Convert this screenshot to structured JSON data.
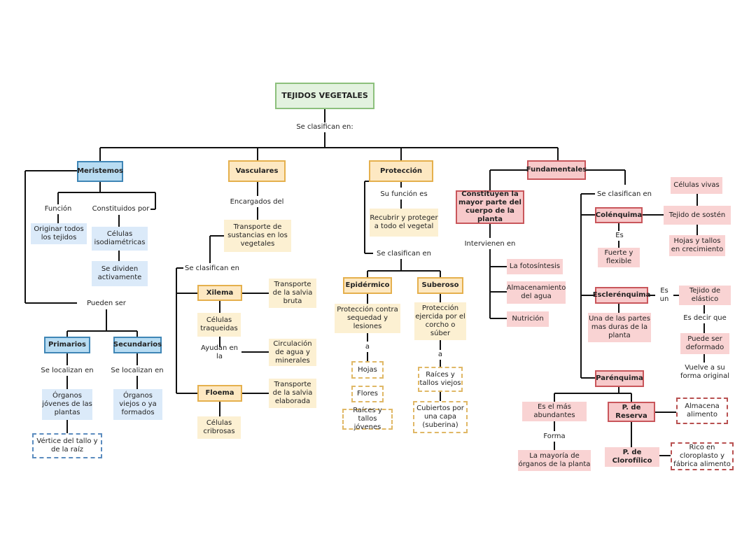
{
  "title": "TEJIDOS VEGETALES",
  "top_link": "Se clasifican en:",
  "meristemos": {
    "title": "Meristemos",
    "funcion_label": "Función",
    "funcion_value": "Originar todos los tejidos",
    "constituidos_label": "Constituidos por",
    "constituidos_value": "Células isodiamétricas",
    "dividen": "Se dividen activamente",
    "pueden_ser": "Pueden ser",
    "primarios": {
      "title": "Primarios",
      "localizan": "Se localizan en",
      "organos": "Órganos jóvenes de las plantas",
      "vertice": "Vértice del tallo y de la raíz"
    },
    "secundarios": {
      "title": "Secundarios",
      "localizan": "Se localizan en",
      "organos": "Órganos viejos o ya formados"
    }
  },
  "vasculares": {
    "title": "Vasculares",
    "encargados": "Encargados del",
    "transporte": "Transporte de sustancias en los vegetales",
    "clasifican": "Se clasifican en",
    "xilema": {
      "title": "Xilema",
      "transporte": "Transporte de la salvia bruta",
      "celulas": "Células traqueidas",
      "ayudan": "Ayudan en la",
      "circulacion": "Circulación de agua y minerales"
    },
    "floema": {
      "title": "Floema",
      "transporte": "Transporte de la salvia elaborada",
      "celulas": "Células cribrosas"
    }
  },
  "proteccion": {
    "title": "Protección",
    "funcion": "Su función es",
    "recubrir": "Recubrir y proteger a todo el vegetal",
    "clasifican": "Se clasifican en",
    "epidermico": {
      "title": "Epidérmico",
      "desc": "Protección contra sequedad y lesiones",
      "a": "a",
      "items": [
        "Hojas",
        "Flores",
        "Raíces y tallos jóvenes"
      ]
    },
    "suberoso": {
      "title": "Suberoso",
      "desc": "Protección ejercida por el corcho o súber",
      "a": "a",
      "raices": "Raíces y tallos viejos",
      "cubiertos": "Cubiertos por una capa (suberina)"
    }
  },
  "fundamentales": {
    "title": "Fundamentales",
    "constituyen": "Constituyen la mayor parte del cuerpo de la planta",
    "intervienen": "Intervienen en",
    "funciones": [
      "La fotosíntesis",
      "Almacenamiento del agua",
      "Nutrición"
    ],
    "clasifican": "Se clasifican en",
    "colenquima": {
      "title": "Colénquima",
      "es": "Es",
      "fuerte": "Fuerte y flexible",
      "sosten": "Tejido de sostén",
      "vivas": "Células vivas",
      "hojas": "Hojas y tallos en crecimiento"
    },
    "esclerenquima": {
      "title": "Esclerénquima",
      "es_un": "Es un",
      "partes": "Una de las partes mas duras de la planta",
      "tejido": "Tejido de elástico",
      "decir": "Es decir que",
      "deformado": "Puede ser deformado",
      "vuelve": "Vuelve a su forma original"
    },
    "parenquima": {
      "title": "Parénquima",
      "abundantes": "Es el más abundantes",
      "forma": "Forma",
      "mayoria": "La mayoría de órganos de la planta",
      "reserva": "P. de Reserva",
      "almacena": "Almacena alimento",
      "clorofilico": "P. de Clorofílico",
      "rico": "Rico en cloroplasto y fábrica alimento"
    }
  },
  "colors": {
    "green_border": "#8cc07c",
    "blue_border": "#3f86b6",
    "yellow_border": "#e5b04d",
    "red_border": "#c9565b"
  }
}
